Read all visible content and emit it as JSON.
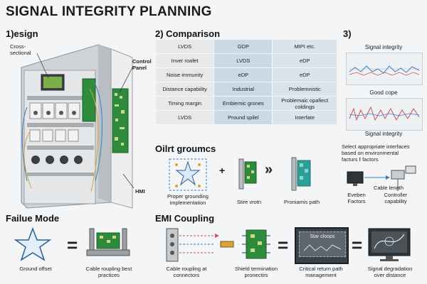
{
  "title": "SIGNAL INTEGRITY PLANNING",
  "sections": {
    "design": "1)esign",
    "comparison": "2) Comparison",
    "three": "3)",
    "ground": "Oilrt groumcs",
    "failure": "Failue Mode",
    "emi": "EMI Coupling"
  },
  "cabinet": {
    "cross_sectional": "Cross-\nsectional",
    "control_panel": "Control\nPanel",
    "hmi": "HMI"
  },
  "comparison_table": [
    [
      "LVDS",
      "GDP",
      "MIPI etc."
    ],
    [
      "Inver roafet",
      "LVDS",
      "eDP"
    ],
    [
      "Noise immunity",
      "eDP",
      "eDP"
    ],
    [
      "Distance capability",
      "Industrial",
      "Problemnistic"
    ],
    [
      "Timing margin",
      "Embiemic grones",
      "Problemaic opafiect coldings"
    ],
    [
      "LVDS",
      "Pround spilel",
      "Interfate"
    ]
  ],
  "signals": {
    "top_label": "Signal integrity",
    "mid_label": "Good cope",
    "bottom_label": "Signal integrity"
  },
  "ground_row": {
    "grounding": "Proper grounding\nimplementation",
    "plus": "+",
    "strive": "Stire vrotn",
    "arrows": "»",
    "path": "Proniamis path"
  },
  "select": {
    "text": "Select appropriate interfaces\nbased on environmental\nfacturs ℓ factors",
    "cable_length": "Cable length",
    "eveben": "Eveben\nFactors",
    "controller": "Controller\ncapability"
  },
  "failure_row": {
    "ground_offset": "Ground offset",
    "eq": "=",
    "cable_roupling": "Cable roupling best\npractices"
  },
  "emi_row": {
    "at_connectors": "Cable roupling at\nconnectors",
    "shield": "Shield termination\npronectirs",
    "eq1": "=",
    "critical": "Critical return path\nmanagement",
    "star_cloops": "Star cloops",
    "eq2": "=",
    "degradation": "Signal degradation\nover distance"
  },
  "colors": {
    "pcb_green": "#2e8b3d",
    "accent_blue": "#3a7fc4",
    "signal_red": "#d0505a",
    "cabinet_gray": "#d7dadd"
  }
}
